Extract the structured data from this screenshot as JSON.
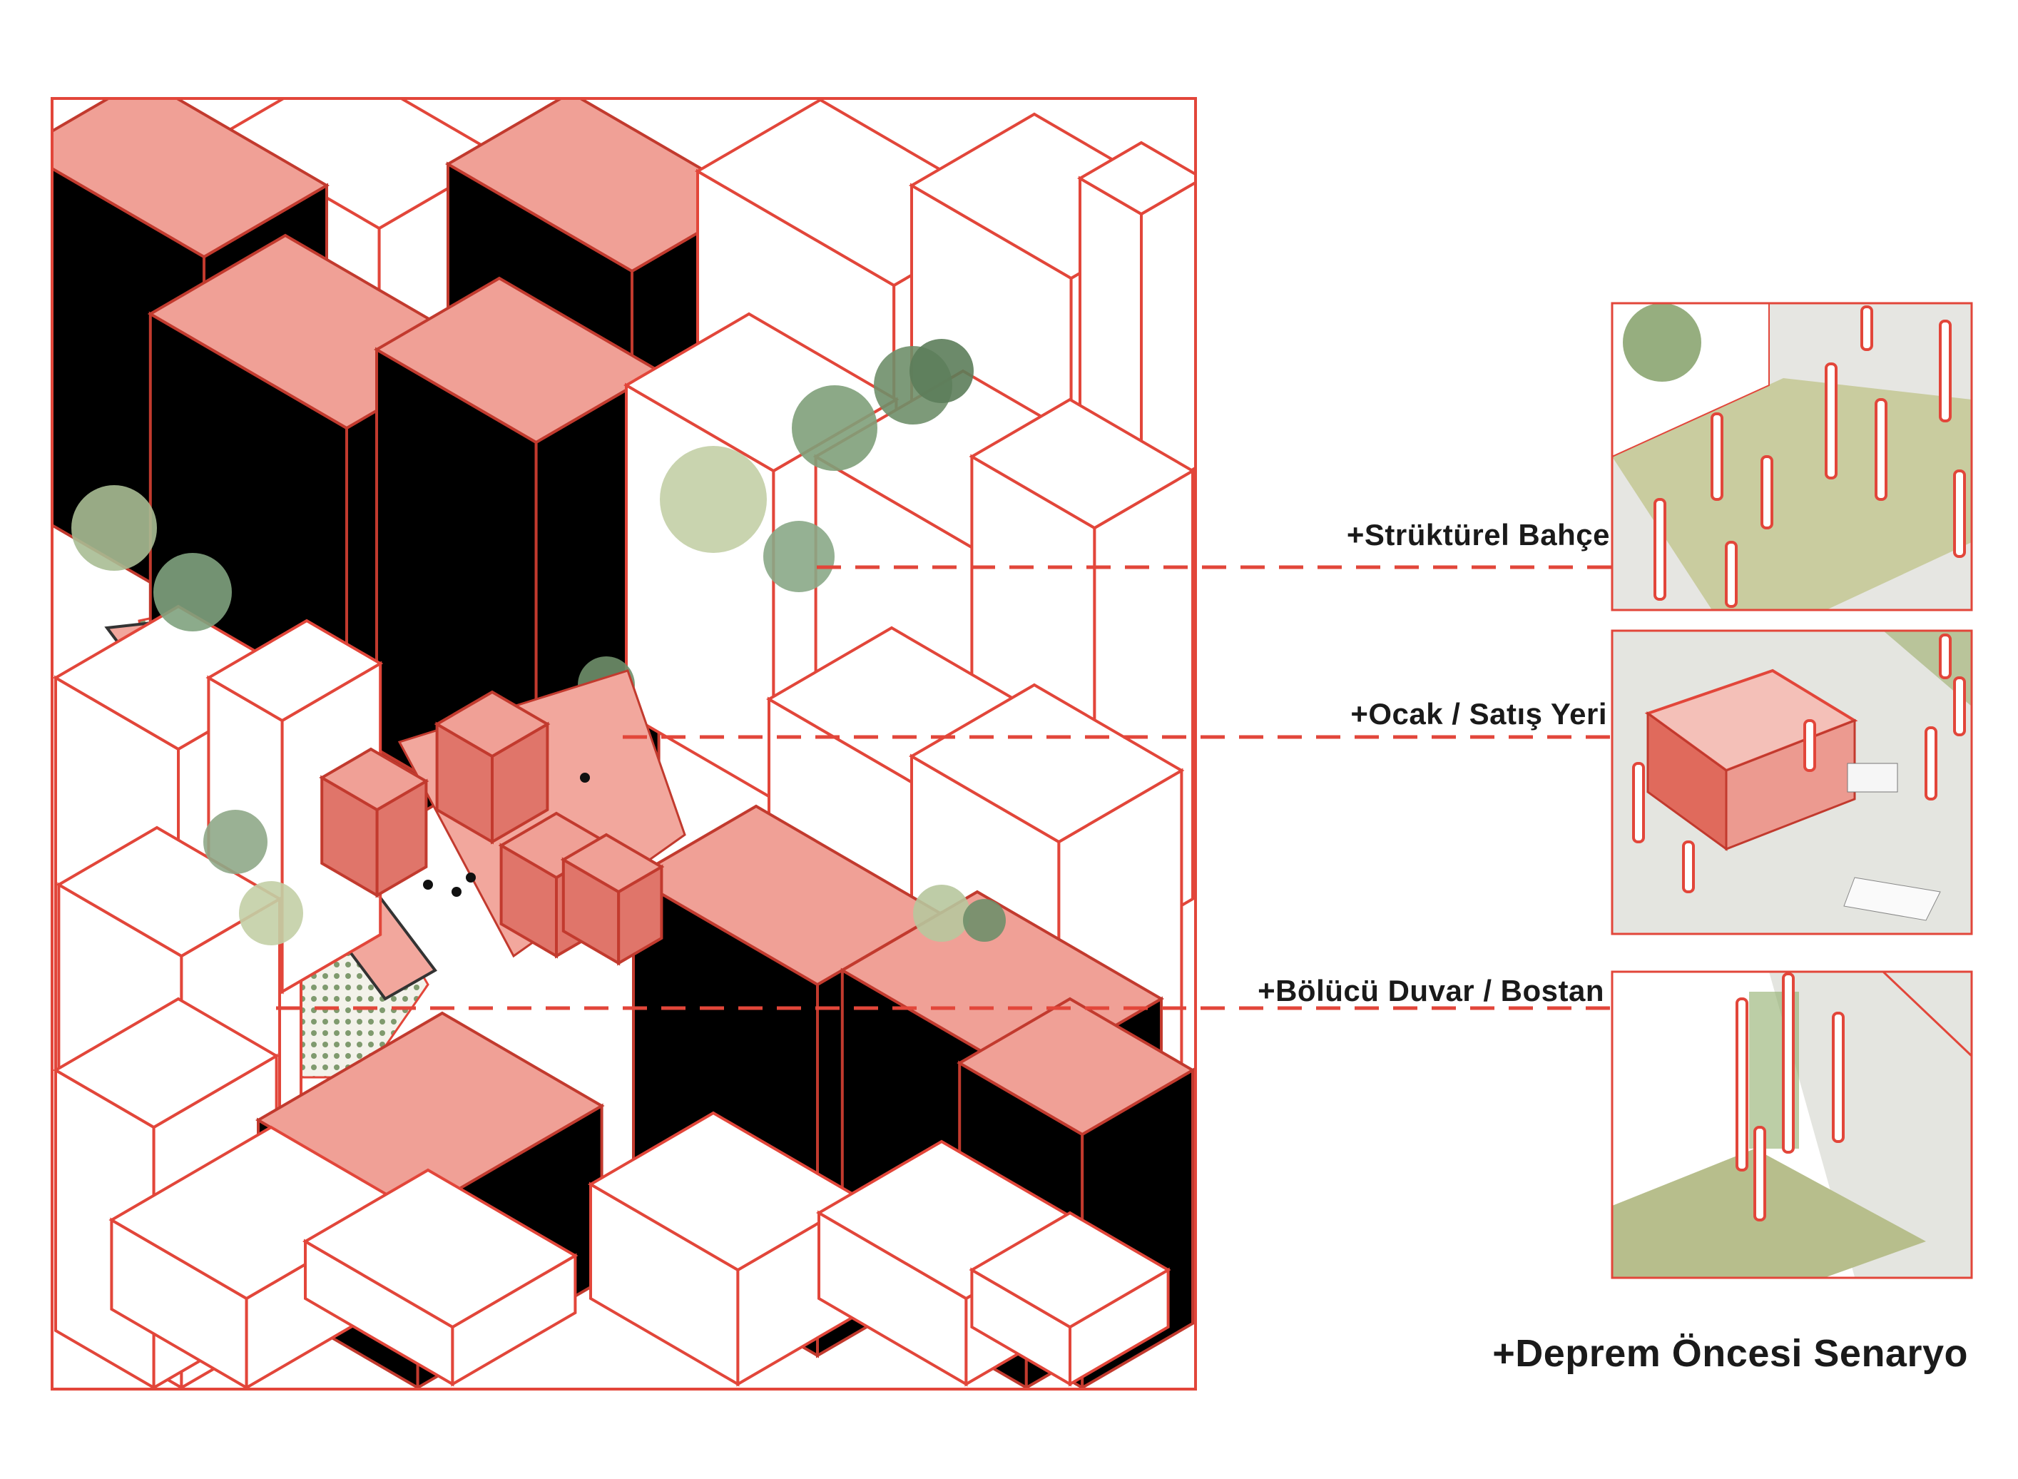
{
  "colors": {
    "accent": "#e2463a",
    "pavilion": "#e8857a",
    "green_area": "#c7cfa8",
    "tree": "#8fae8a",
    "text": "#1a1a1a"
  },
  "callouts": [
    {
      "label": "+Strüktürel Bahçe"
    },
    {
      "label": "+Ocak / Satış Yeri"
    },
    {
      "label": "+Bölücü Duvar / Bostan"
    }
  ],
  "scenario_title": "+Deprem Öncesi Senaryo"
}
